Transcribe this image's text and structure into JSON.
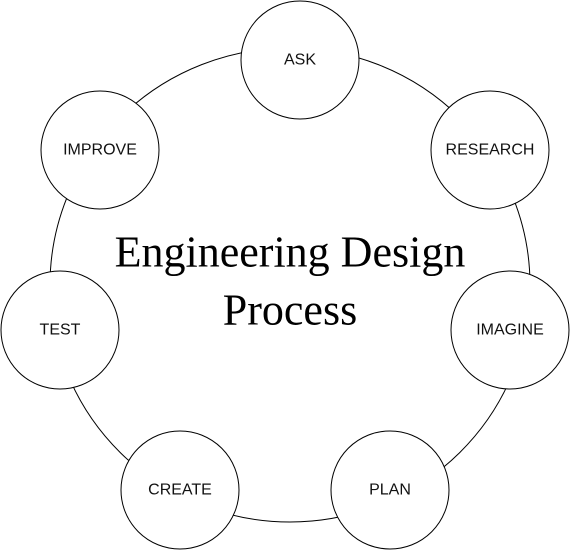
{
  "title": {
    "line1": "Engineering Design",
    "line2": "Process"
  },
  "steps": [
    "ASK",
    "RESEARCH",
    "IMAGINE",
    "PLAN",
    "CREATE",
    "TEST",
    "IMPROVE"
  ]
}
